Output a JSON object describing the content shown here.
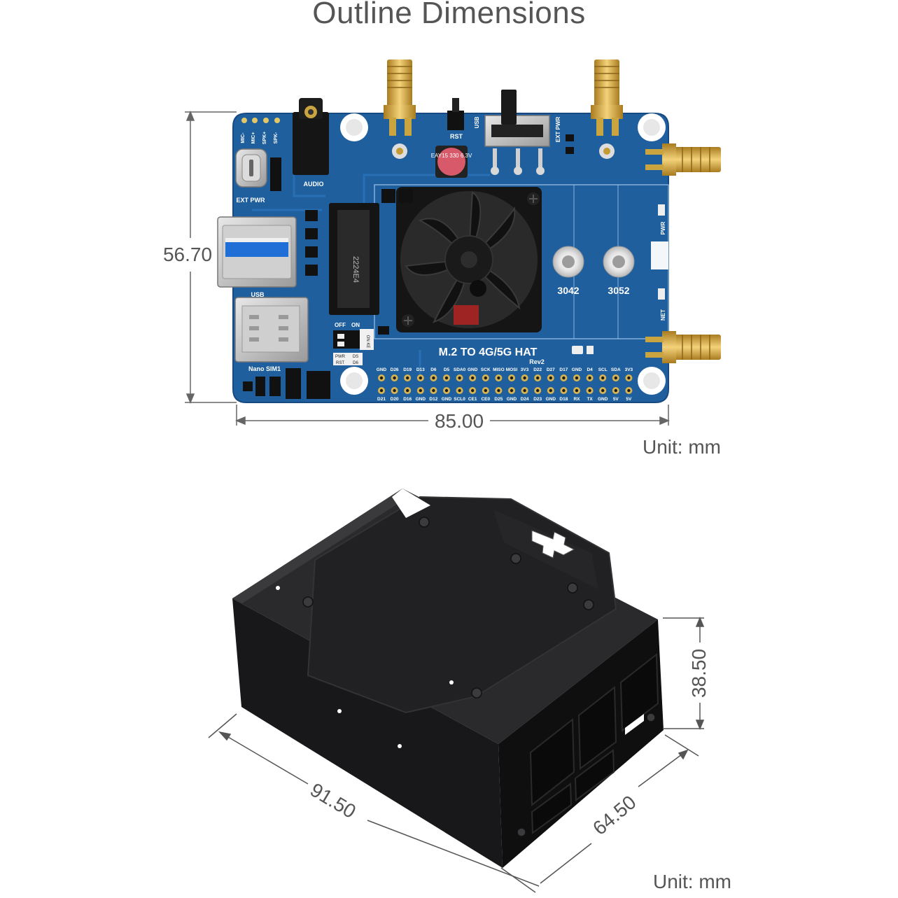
{
  "title": "Outline Dimensions",
  "board": {
    "height_label": "56.70",
    "width_label": "85.00",
    "unit_label": "Unit: mm",
    "silkscreen": {
      "name": "M.2 TO 4G/5G HAT",
      "rev": "Rev2",
      "audio": "AUDIO",
      "ext_pwr": "EXT PWR",
      "ext_pwr_side": "EXT PWR",
      "usb": "USB",
      "usb_top": "USB",
      "rst": "RST",
      "sim": "Nano SIM1",
      "slot_3042": "3042",
      "slot_3052": "3052",
      "pwr": "PWR",
      "net": "NET",
      "off": "OFF",
      "on": "ON",
      "mic_minus": "MIC-",
      "mic_plus": "MIC+",
      "spk_plus": "SPK+",
      "spk_minus": "SPK-",
      "m2_code": "2224E4",
      "cap_text": "EAY15 330 6.3V",
      "pwr_label": "PWR",
      "rst_label": "RST",
      "ds_label": "DS",
      "d6_label": "D6",
      "dip_label": "ON KE"
    },
    "pins_top": [
      "GND",
      "D26",
      "D19",
      "D13",
      "D6",
      "D5",
      "SDA0",
      "GND",
      "SCK",
      "MISO",
      "MOSI",
      "3V3",
      "D22",
      "D27",
      "D17",
      "GND",
      "D4",
      "SCL",
      "SDA",
      "3V3"
    ],
    "pins_bottom": [
      "D21",
      "D20",
      "D16",
      "GND",
      "D12",
      "GND",
      "SCL0",
      "CE1",
      "CE0",
      "D25",
      "GND",
      "D24",
      "D23",
      "GND",
      "D18",
      "RX",
      "TX",
      "GND",
      "5V",
      "5V"
    ]
  },
  "case": {
    "length_label": "91.50",
    "width_label": "64.50",
    "height_label": "38.50",
    "unit_label": "Unit: mm"
  },
  "colors": {
    "pcb": "#1f5f9e",
    "pcb_dark": "#184d85",
    "gold": "#d4a53a",
    "case": "#1c1c1e",
    "text": "#555555"
  }
}
